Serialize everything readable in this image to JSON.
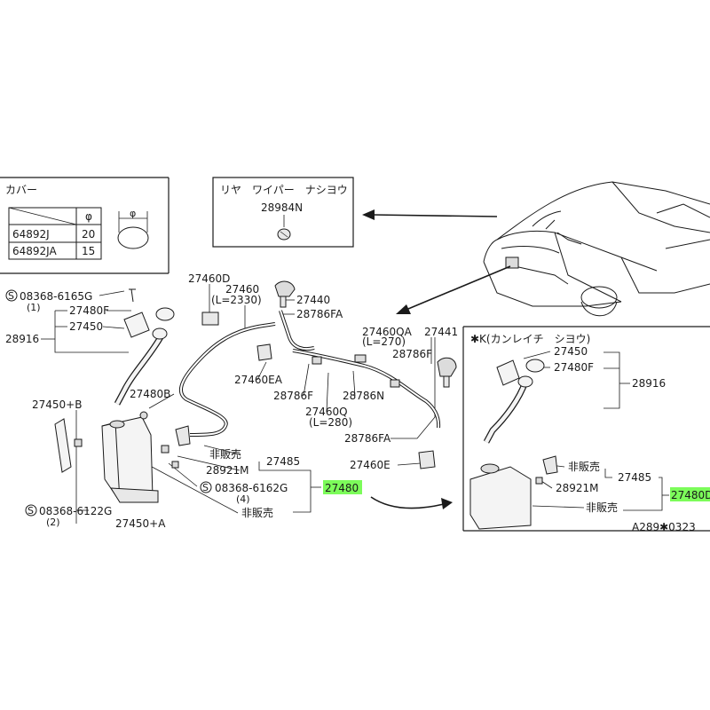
{
  "cover_box": {
    "title": "カバー",
    "col_symbol": "φ",
    "rows": [
      {
        "part": "64892J",
        "value": "20"
      },
      {
        "part": "64892JA",
        "value": "15"
      }
    ],
    "dim_label": "φ"
  },
  "rear_box": {
    "title": "リヤ　ワイパー　ナシヨウ",
    "part": "28984N"
  },
  "main_labels": {
    "bolt_1": "08368-6165G",
    "bolt_1_qty": "(1)",
    "p27480F": "27480F",
    "p27450": "27450",
    "p28916": "28916",
    "p27460D": "27460D",
    "p27460": "27460",
    "p27460_len": "(L=2330)",
    "p27440": "27440",
    "p28786FA_top": "28786FA",
    "p27460QA": "27460QA",
    "p27460QA_len": "(L=270)",
    "p27441": "27441",
    "p28786F_right": "28786F",
    "p27460EA": "27460EA",
    "p28786F": "28786F",
    "p28786N": "28786N",
    "p27460Q": "27460Q",
    "p27460Q_len": "(L=280)",
    "p28786FA_bottom": "28786FA",
    "p27460E": "27460E",
    "p27480B": "27480B",
    "p27450B": "27450+B",
    "not_for_sale_1": "非販売",
    "p28921M": "28921M",
    "p27485": "27485",
    "bolt_2": "08368-6162G",
    "bolt_2_qty": "(4)",
    "p27480_hl": "27480",
    "not_for_sale_2": "非販売",
    "bolt_3": "08368-6122G",
    "bolt_3_qty": "(2)",
    "p27450A": "27450+A"
  },
  "cold_box": {
    "title": "✱K(カンレイチ　シヨウ)",
    "p27450": "27450",
    "p27480F": "27480F",
    "p28916": "28916",
    "not_for_sale_1": "非販売",
    "p27485": "27485",
    "p28921M": "28921M",
    "p27480D_hl": "27480D",
    "not_for_sale_2": "非販売"
  },
  "footer": {
    "code": "A289✱0323"
  },
  "colors": {
    "line": "#1a1a1a",
    "highlight": "#7CFC5A",
    "tank_fill": "#f4f4f4"
  }
}
